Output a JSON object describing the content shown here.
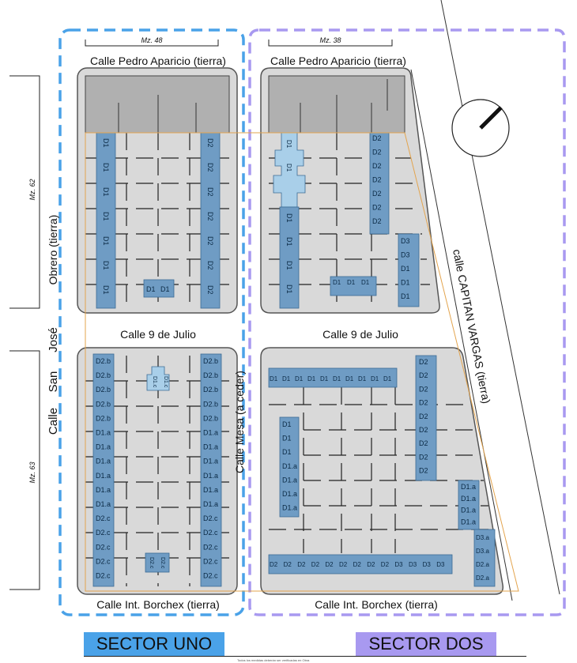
{
  "streets": {
    "north_1": "Calle Pedro Aparicio (tierra)",
    "north_2": "Calle Pedro Aparicio (tierra)",
    "middle_1": "Calle 9 de Julio",
    "middle_2": "Calle 9 de Julio",
    "south_1": "Calle Int. Borchex (tierra)",
    "south_2": "Calle Int. Borchex (tierra)",
    "west_obrero": "Obrero (tierra)",
    "west_calle": "Calle",
    "west_san": "San",
    "west_jose": "José",
    "center": "Calle Mesa (a ceder)",
    "east": "calle CAPITAN VARGAS (tierra)"
  },
  "manzanas": {
    "mz48": "Mz. 48",
    "mz38": "Mz. 38",
    "mz62": "Mz. 62",
    "mz63": "Mz. 63"
  },
  "sectors": {
    "uno": "SECTOR UNO",
    "dos": "SECTOR DOS"
  },
  "footnote": "Todos los medidas deberán ser verificadas en Obra",
  "colors": {
    "sector_uno": "#4aa2e8",
    "sector_dos": "#a899f0",
    "block_fill": "#d9d9d9",
    "built_area": "#b0b0b0",
    "lot_marked": "#6f9cc4",
    "lot_light": "#a9cfe9",
    "boundary": "#e3a44e"
  },
  "lots": {
    "nw_left": [
      "D1",
      "D1",
      "D1",
      "D1",
      "D1",
      "D1",
      "D1"
    ],
    "nw_right": [
      "D2",
      "D2",
      "D2",
      "D2",
      "D2",
      "D2",
      "D2"
    ],
    "nw_center": [
      "D1",
      "D1"
    ],
    "ne_top": [
      "D1",
      "D1"
    ],
    "ne_col": [
      "D1",
      "D1",
      "D1",
      "D1"
    ],
    "ne_right": [
      "D2",
      "D2",
      "D2",
      "D2",
      "D2",
      "D2",
      "D2"
    ],
    "ne_corner": [
      "D3",
      "D3",
      "D1",
      "D1",
      "D1"
    ],
    "ne_bottom": [
      "D1",
      "D1",
      "D1"
    ],
    "sw_left": [
      "D2.b",
      "D2.b",
      "D2.b",
      "D2.b",
      "D2.b",
      "D1.a",
      "D1.a",
      "D1.a",
      "D1.a",
      "D1.a",
      "D1.a",
      "D2.c",
      "D2.c",
      "D2.c",
      "D2.c",
      "D2.c"
    ],
    "sw_right": [
      "D2.b",
      "D2.b",
      "D2.b",
      "D2.b",
      "D2.b",
      "D1.a",
      "D1.a",
      "D1.a",
      "D1.a",
      "D1.a",
      "D1.a",
      "D2.c",
      "D2.c",
      "D2.c",
      "D2.c",
      "D2.c"
    ],
    "sw_top": [
      "D1.c",
      "D1.c"
    ],
    "sw_bottom": [
      "D2.c",
      "D2.c"
    ],
    "se_toprow": [
      "D1",
      "D1",
      "D1",
      "D1",
      "D1",
      "D1",
      "D1",
      "D1",
      "D1",
      "D1"
    ],
    "se_col": [
      "D2",
      "D2",
      "D2",
      "D2",
      "D2",
      "D2",
      "D2",
      "D2",
      "D2"
    ],
    "se_left": [
      "D1",
      "D1",
      "D1",
      "D1.a",
      "D1.a",
      "D1.a",
      "D1.a"
    ],
    "se_right": [
      "D1.a",
      "D1.a",
      "D1.a",
      "D1.a"
    ],
    "se_bottomrow": [
      "D2",
      "D2",
      "D2",
      "D2",
      "D2",
      "D2",
      "D2",
      "D2",
      "D2",
      "D3",
      "D3",
      "D3",
      "D3"
    ],
    "se_corner": [
      "D3.a",
      "D3.a",
      "D2.a",
      "D2.a"
    ]
  }
}
